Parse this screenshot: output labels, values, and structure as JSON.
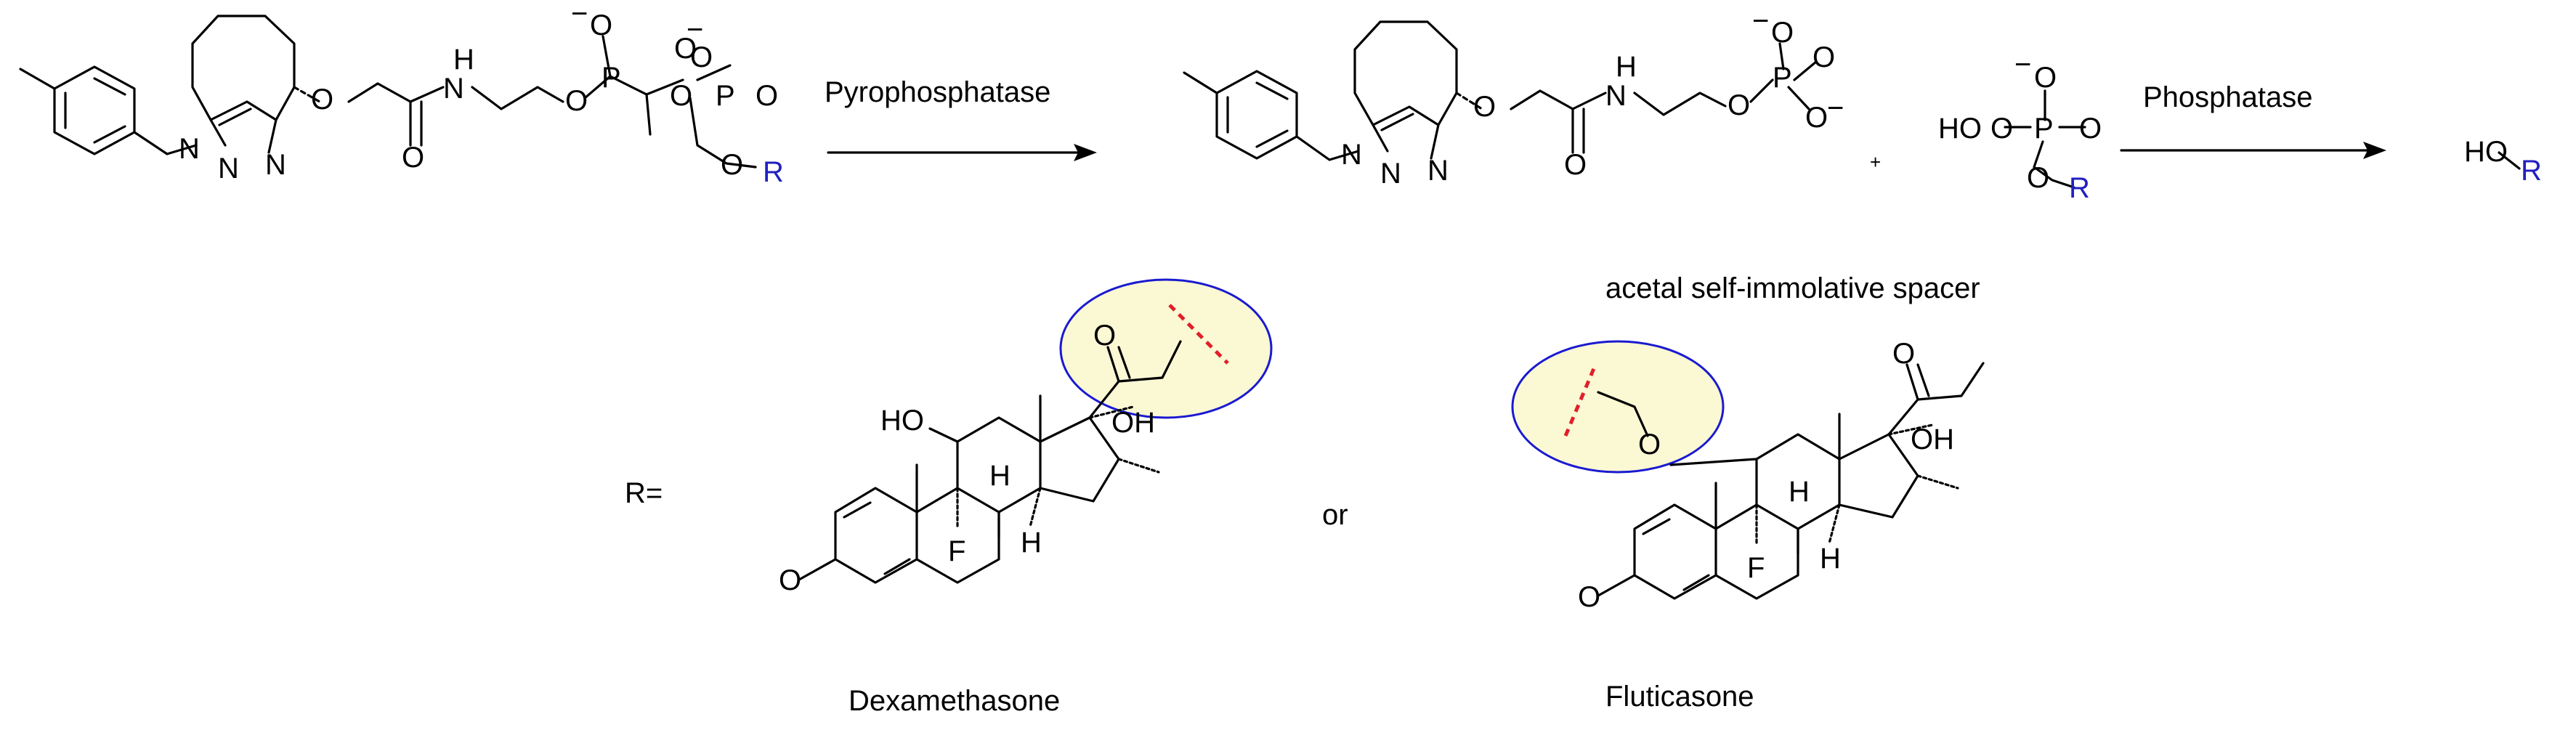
{
  "enzymes": {
    "step1": "Pyrophosphatase",
    "step2": "Phosphatase"
  },
  "labels": {
    "spacer": "acetal self-immolative spacer",
    "r_def": "R=",
    "or": "or",
    "plus": "+",
    "dexamethasone": "Dexamethasone",
    "fluticasone": "Fluticasone"
  },
  "atoms": {
    "O": "O",
    "N": "N",
    "H": "H",
    "P": "P",
    "F": "F",
    "R": "R",
    "NH_H": "H",
    "OH": "OH",
    "HO": "HO",
    "minus": "−",
    "HOP": "HO",
    "product_HO": "HO"
  },
  "colors": {
    "r_group": "#2020c0",
    "highlight_fill": "#fbf8d4",
    "highlight_stroke": "#1a1ad0",
    "cleavage": "#e0202a"
  }
}
